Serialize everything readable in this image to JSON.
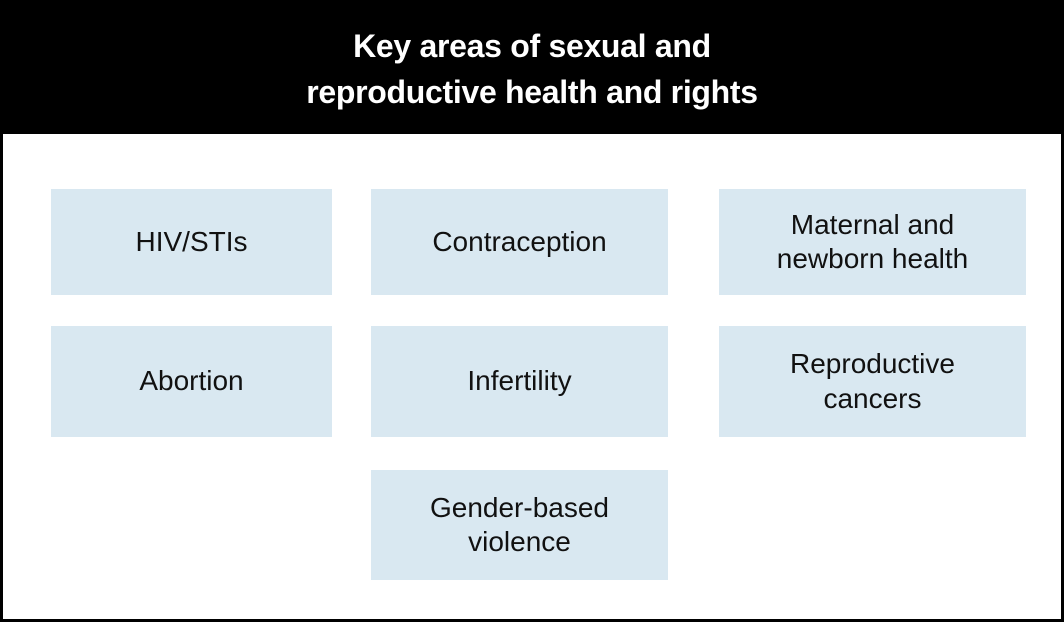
{
  "header": {
    "title": "Key areas of sexual and reproductive health and rights",
    "title_lines": [
      "Key areas of sexual and",
      "reproductive health and rights"
    ]
  },
  "colors": {
    "header_bg": "#000000",
    "header_text": "#ffffff",
    "box_bg": "#d9e8f1",
    "box_text": "#111111",
    "frame_border": "#000000"
  },
  "boxes": [
    {
      "label": "HIV/STIs"
    },
    {
      "label": "Contraception"
    },
    {
      "label": "Maternal and newborn health"
    },
    {
      "label": "Abortion"
    },
    {
      "label": "Infertility"
    },
    {
      "label": "Reproductive cancers"
    },
    {
      "label": "Gender-based violence"
    }
  ]
}
